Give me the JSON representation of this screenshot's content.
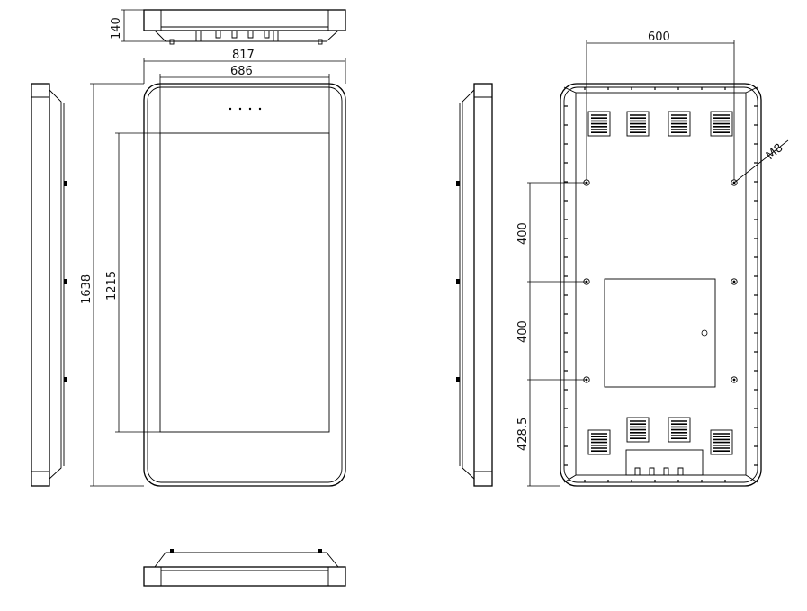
{
  "dimensions": {
    "front_thickness": "140",
    "overall_width": "817",
    "screen_width": "686",
    "overall_height": "1638",
    "screen_height": "1215",
    "vesa_width": "600",
    "vesa_spacing_1": "400",
    "vesa_spacing_2": "400",
    "bottom_offset": "428.5",
    "bolt_size": "M8"
  }
}
